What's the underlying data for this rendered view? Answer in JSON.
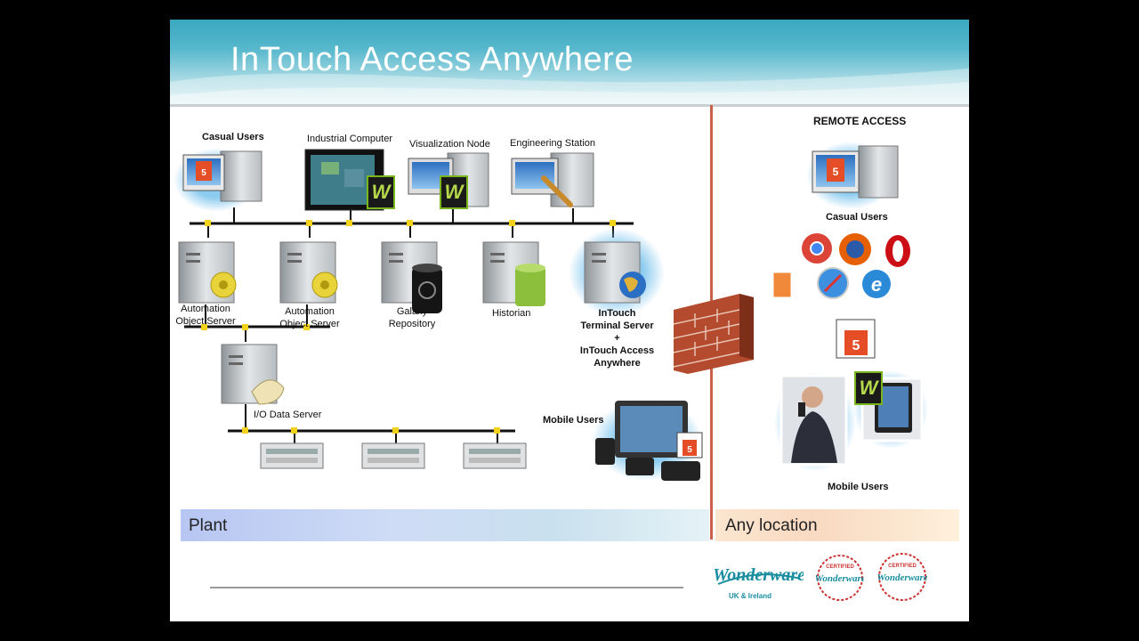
{
  "slide": {
    "title": "InTouch Access Anywhere"
  },
  "plant": {
    "casual_users": "Casual Users",
    "industrial_computer": "Industrial Computer",
    "visualization_node": "Visualization Node",
    "engineering_station": "Engineering Station",
    "aos1_line1": "Automation",
    "aos1_line2": "Object Server",
    "aos2_line1": "Automation",
    "aos2_line2": "Object Server",
    "galaxy_line1": "Galaxy",
    "galaxy_line2": "Repository",
    "historian": "Historian",
    "terminal_server": [
      "InTouch",
      "Terminal Server",
      "+",
      "InTouch Access",
      "Anywhere"
    ],
    "io_data_server": "I/O Data Server",
    "mobile_users": "Mobile Users",
    "html5_badge": "HTML"
  },
  "remote": {
    "heading": "REMOTE ACCESS",
    "casual_users": "Casual Users",
    "mobile_users": "Mobile Users",
    "browsers": [
      "chrome",
      "firefox",
      "opera",
      "safari",
      "internet-explorer"
    ]
  },
  "bars": {
    "plant": "Plant",
    "any_location": "Any location"
  },
  "logos": {
    "wonderware": "Wonderware",
    "region": "UK & Ireland",
    "certified1": "CERTIFIED",
    "certified2": "CERTIFIED"
  },
  "colors": {
    "header": "#3aa8c0",
    "divider": "#c9614a",
    "node": "#f2d21b",
    "html5": "#e44d26",
    "logo_teal": "#1a8ea0"
  }
}
